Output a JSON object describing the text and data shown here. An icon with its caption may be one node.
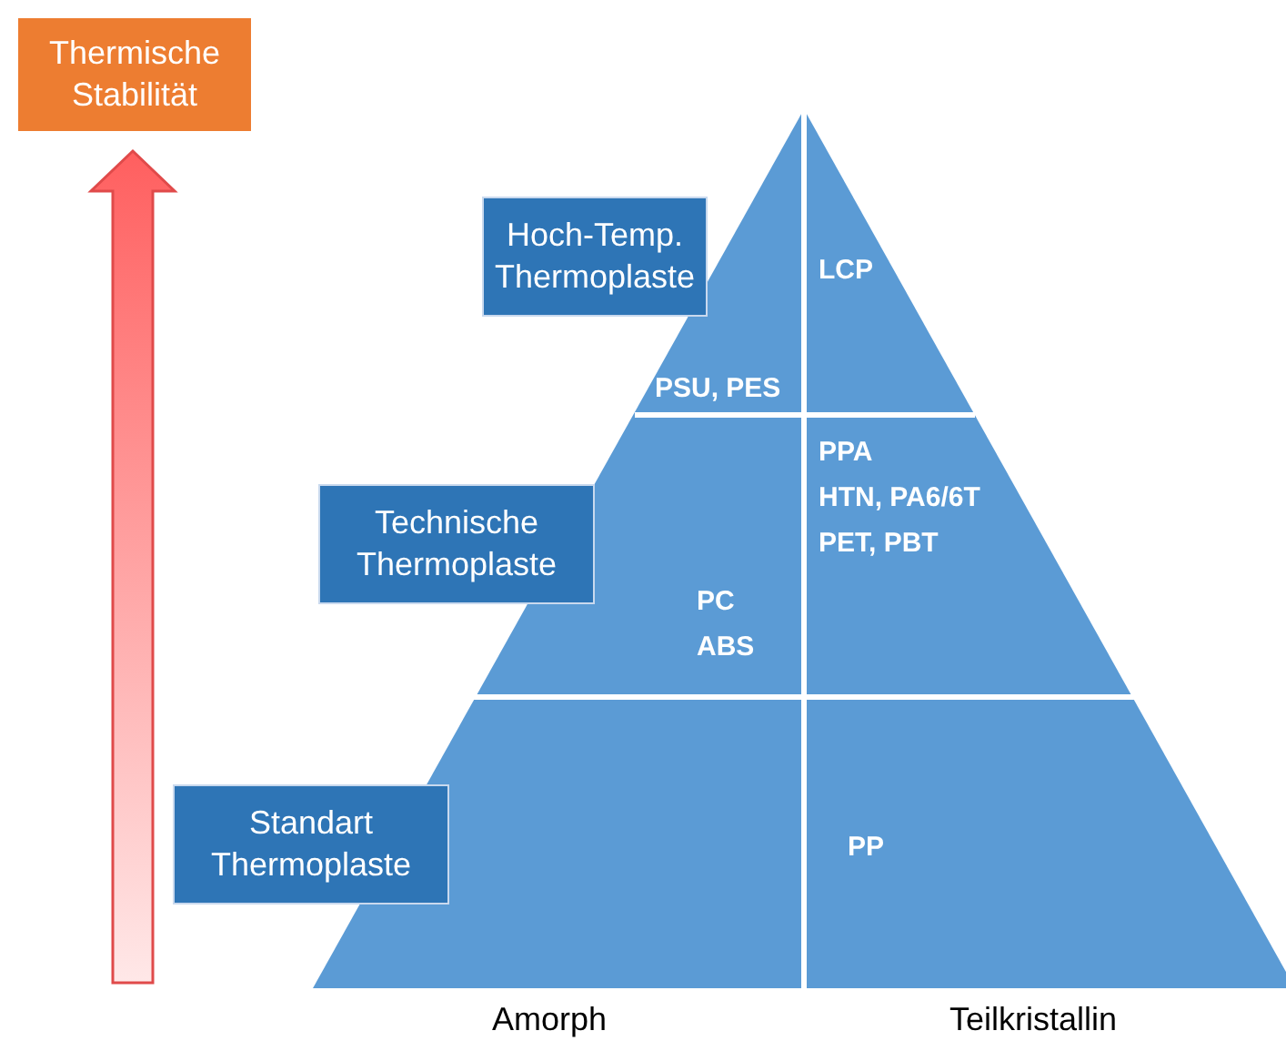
{
  "diagram": {
    "nodes": [
      {
        "text": [
          "Thermische Stabilität"
        ]
      },
      {
        "text": [
          "Hoch-Temp. Thermoplaste"
        ]
      },
      {
        "text": [
          "Technische Thermoplaste"
        ]
      },
      {
        "text": [
          "Standart Thermoplaste"
        ]
      },
      {
        "text": [],
        "shape": "triangle"
      },
      {
        "text": [
          "LCP"
        ],
        "in": 4
      },
      {
        "text": [
          "PSU, PES"
        ],
        "in": 4
      },
      {
        "text": [
          "PPA",
          "HTN, PA6/6T",
          "PET, PBT"
        ],
        "in": 4
      },
      {
        "text": [
          "PC",
          "ABS"
        ],
        "in": 4
      },
      {
        "text": [
          "PP"
        ],
        "in": 4
      }
    ],
    "edges": [],
    "labels": [
      "Amorph",
      "Teilkristallin"
    ]
  }
}
